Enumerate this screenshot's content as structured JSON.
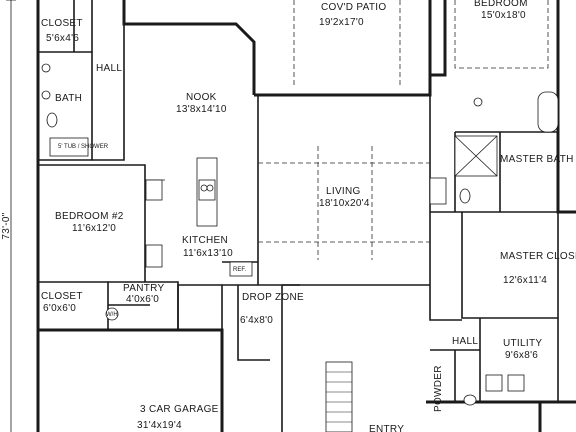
{
  "overall_dimension": "73'-0\"",
  "rooms": {
    "closet_1": {
      "name": "CLOSET",
      "size": "5'6x4'6"
    },
    "hall_1": {
      "name": "HALL"
    },
    "bath": {
      "name": "BATH"
    },
    "tub_label": "5' TUB / SHOWER",
    "nook": {
      "name": "NOOK",
      "size": "13'8x14'10"
    },
    "patio": {
      "name": "COV'D PATIO",
      "size": "19'2x17'0"
    },
    "bedroom_top": {
      "name": "BEDROOM",
      "size": "15'0x18'0"
    },
    "master_bath": {
      "name": "MASTER BATH"
    },
    "living": {
      "name": "LIVING",
      "size": "18'10x20'4"
    },
    "bedroom_2": {
      "name": "BEDROOM #2",
      "size": "11'6x12'0"
    },
    "kitchen": {
      "name": "KITCHEN",
      "size": "11'6x13'10"
    },
    "ref": "REF.",
    "master_closet": {
      "name": "MASTER CLOSET",
      "size": "12'6x11'4"
    },
    "closet_2": {
      "name": "CLOSET",
      "size": "6'0x6'0"
    },
    "pantry": {
      "name": "PANTRY",
      "size": "4'0x6'0"
    },
    "wh": "W/H",
    "drop_zone": {
      "name": "DROP ZONE",
      "size": "6'4x8'0"
    },
    "hall_2": {
      "name": "HALL"
    },
    "utility": {
      "name": "UTILITY",
      "size": "9'6x8'6"
    },
    "powder": {
      "name": "POWDER"
    },
    "garage": {
      "name": "3 CAR GARAGE",
      "size": "31'4x19'4"
    },
    "entry": {
      "name": "ENTRY"
    }
  }
}
